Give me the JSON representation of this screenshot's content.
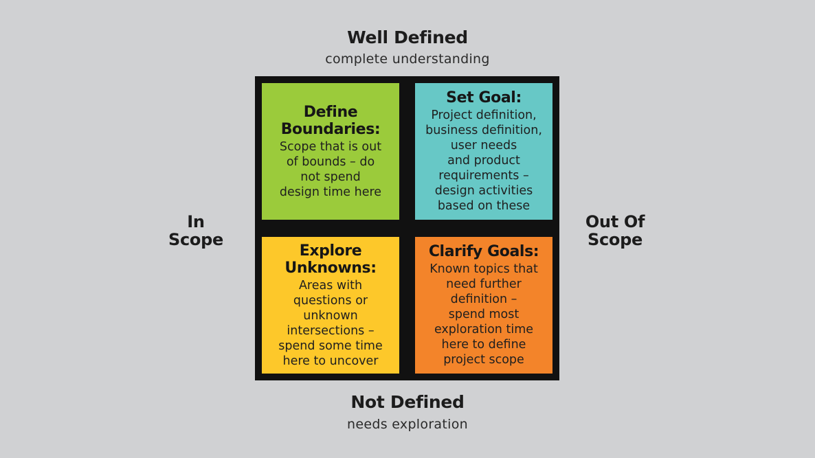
{
  "axes": {
    "top": {
      "title": "Well Defined",
      "subtitle": "complete understanding"
    },
    "bottom": {
      "title": "Not Defined",
      "subtitle": "needs exploration"
    },
    "left": {
      "lines": [
        "In",
        "Scope"
      ]
    },
    "right": {
      "lines": [
        "Out Of",
        "Scope"
      ]
    }
  },
  "quadrants": {
    "top_left": {
      "color": "#9bcb3b",
      "title_lines": [
        "Define",
        "Boundaries:"
      ],
      "body_lines": [
        "Scope that is out",
        "of bounds – do",
        "not spend",
        "design time here"
      ]
    },
    "top_right": {
      "color": "#67c8c6",
      "title_lines": [
        "Set Goal:"
      ],
      "body_lines": [
        "Project definition,",
        "business definition,",
        "user needs",
        "and product",
        "requirements –",
        "design activities",
        "based on these"
      ]
    },
    "bottom_left": {
      "color": "#fdc82a",
      "title_lines": [
        "Explore",
        "Unknowns:"
      ],
      "body_lines": [
        "Areas with",
        "questions or",
        "unknown",
        "intersections –",
        "spend some time",
        "here to uncover"
      ]
    },
    "bottom_right": {
      "color": "#f3842a",
      "title_lines": [
        "Clarify Goals:"
      ],
      "body_lines": [
        "Known topics that",
        "need further",
        "definition –",
        "spend most",
        "exploration time",
        "here to define",
        "project scope"
      ]
    }
  }
}
